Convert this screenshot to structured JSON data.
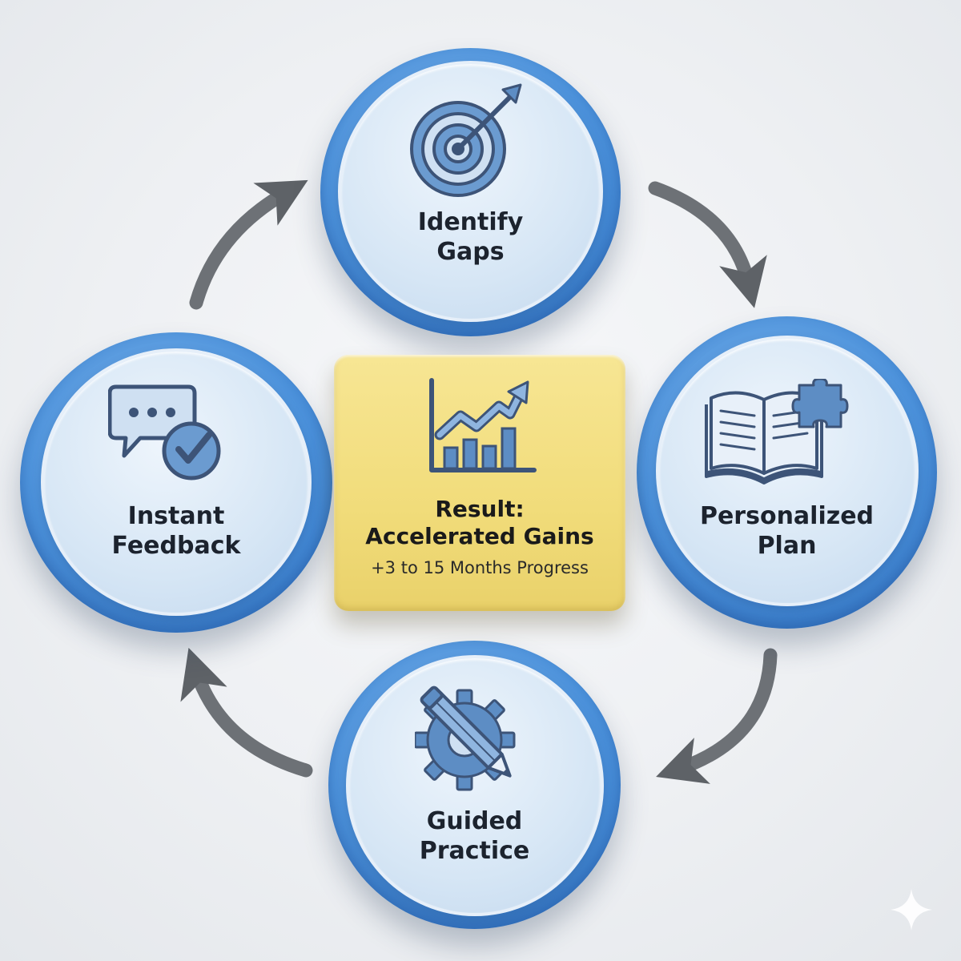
{
  "colors": {
    "ring_blue": "#3f86d6",
    "face_light": "#d6e6f5",
    "icon_blue": "#5d8dc4",
    "icon_stroke": "#3d5478",
    "center_yellow": "#f1dc7a",
    "arrow_gray": "#6d7176",
    "text_dark": "#1c232e"
  },
  "nodes": {
    "top": {
      "line1": "Identify",
      "line2": "Gaps",
      "icon": "target-arrow-icon"
    },
    "right": {
      "line1": "Personalized",
      "line2": "Plan",
      "icon": "book-puzzle-icon"
    },
    "bottom": {
      "line1": "Guided",
      "line2": "Practice",
      "icon": "gear-pencil-icon"
    },
    "left": {
      "line1": "Instant",
      "line2": "Feedback",
      "icon": "chat-check-icon"
    }
  },
  "center": {
    "title_line1": "Result:",
    "title_line2": "Accelerated Gains",
    "subtitle": "+3 to 15 Months Progress",
    "icon": "growth-chart-icon"
  },
  "arrows": [
    "clockwise-cycle-arrows"
  ],
  "watermark": "sparkle-icon"
}
